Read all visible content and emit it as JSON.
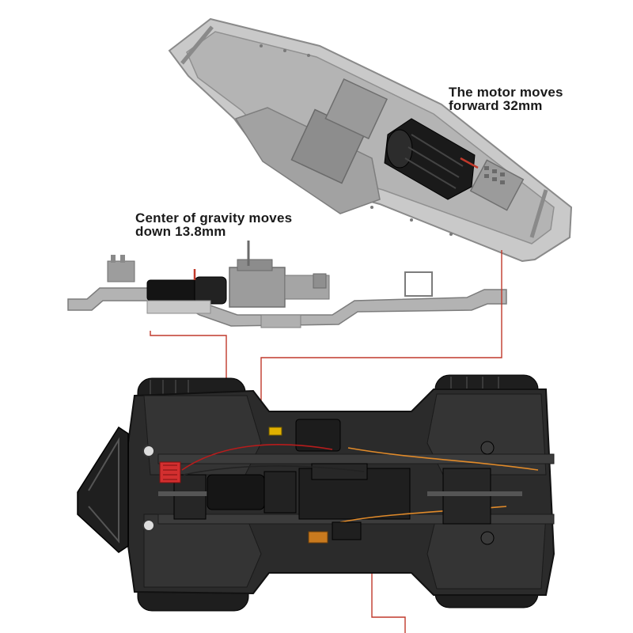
{
  "annotations": {
    "motor": {
      "line1": "The motor moves",
      "line2": "forward 32mm"
    },
    "center_of_gravity": {
      "line1": "Center of gravity moves",
      "line2": "down 13.8mm"
    }
  },
  "colors": {
    "background": "#ffffff",
    "chassis_gray": "#a9a9a9",
    "chassis_dark": "#6f6f6f",
    "motor_black": "#151515",
    "callout_line": "#c0392b",
    "body_black": "#2a2a2a",
    "esc_red": "#d32f2f"
  },
  "figures": [
    {
      "name": "chassis-iso-view"
    },
    {
      "name": "chassis-side-view"
    },
    {
      "name": "vehicle-underside-photo"
    }
  ]
}
